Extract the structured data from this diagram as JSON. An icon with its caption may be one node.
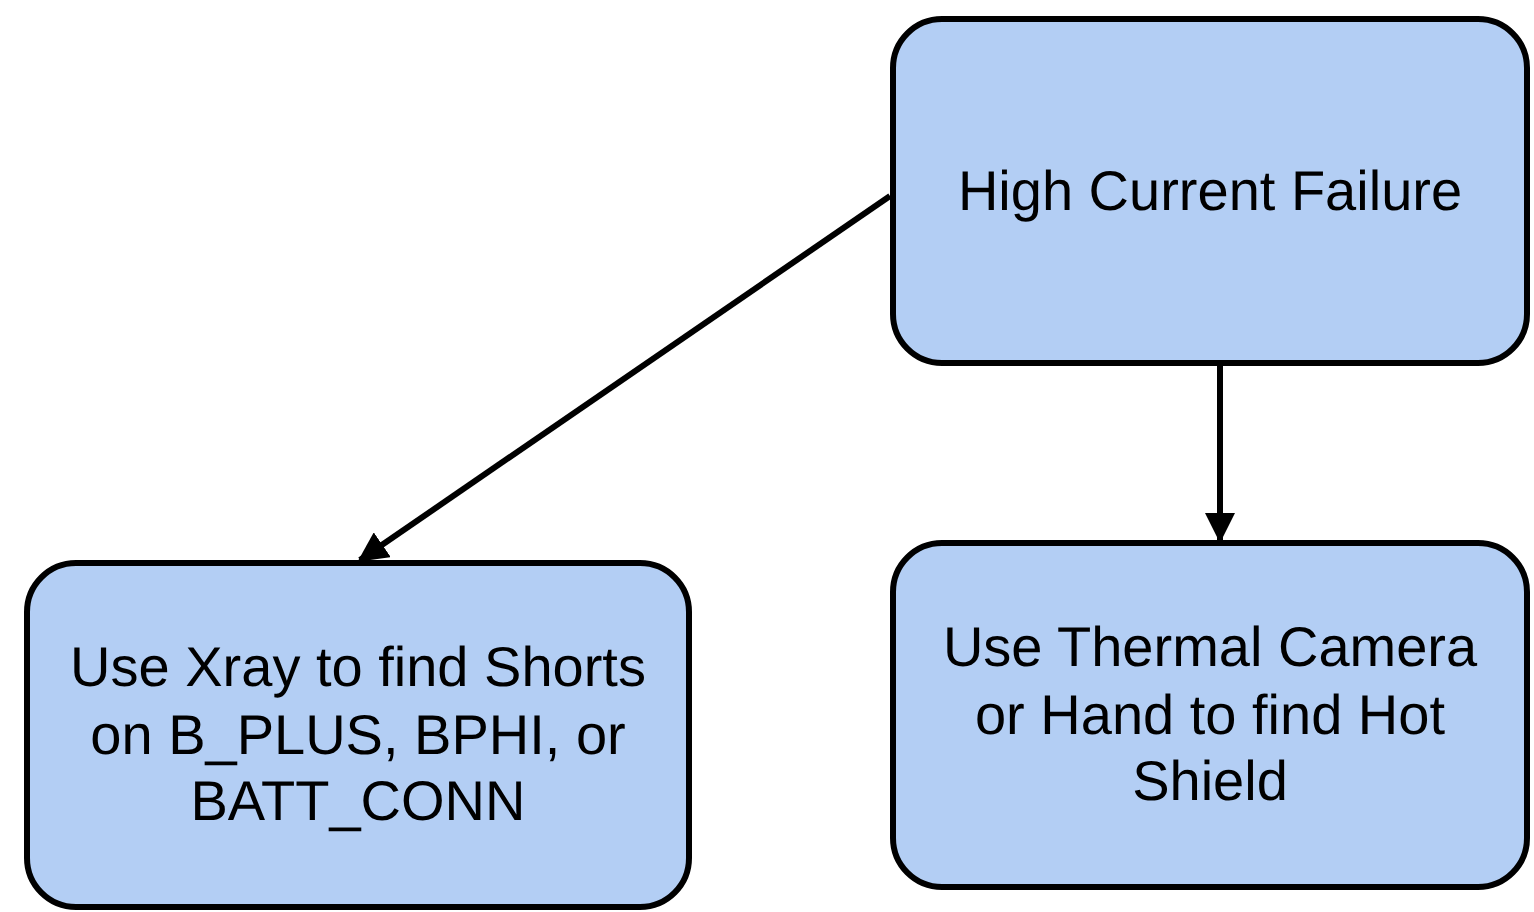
{
  "diagram": {
    "nodes": [
      {
        "text": [
          "High Current Failure"
        ]
      },
      {
        "text": [
          "Use Xray to find Shorts on B_PLUS, BPHI, or BATT_CONN"
        ]
      },
      {
        "text": [
          "Use Thermal Camera or Hand to find Hot Shield"
        ]
      }
    ],
    "edges": [
      {
        "from": 0,
        "to": 1,
        "arrow": "to"
      },
      {
        "from": 0,
        "to": 2,
        "arrow": "to"
      }
    ]
  }
}
